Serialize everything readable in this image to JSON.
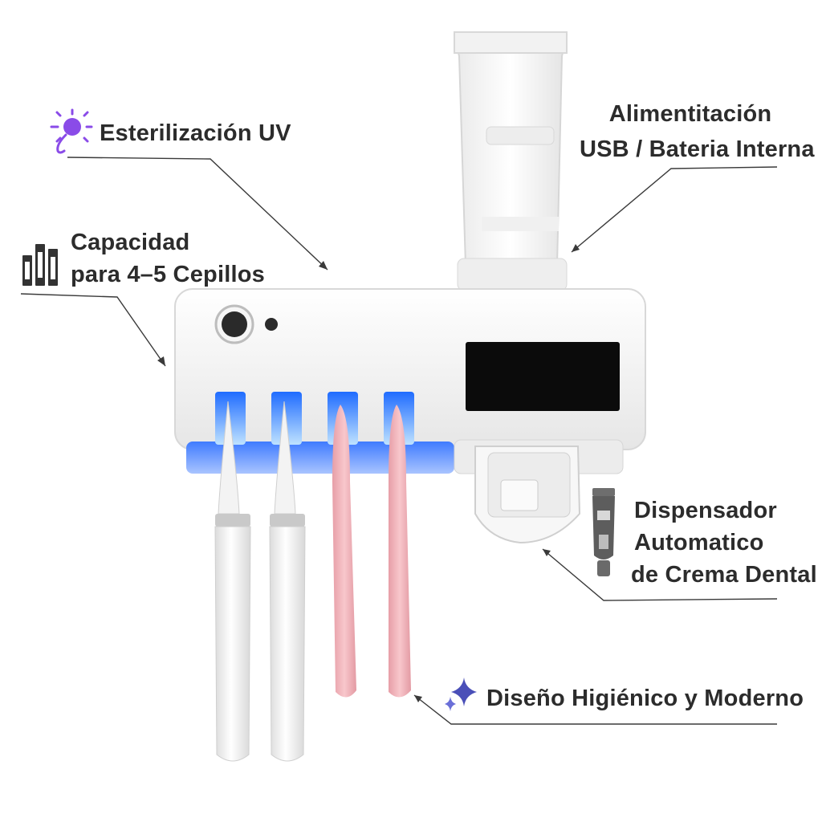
{
  "features": {
    "uv": {
      "title": "Esterilización UV",
      "icon": "uv-light-icon"
    },
    "power": {
      "line1": "Alimentitación",
      "line2": "USB / Bateria Interna"
    },
    "capacity": {
      "line1": "Capacidad",
      "line2": "para 4–5 Cepillos",
      "icon": "toothbrushes-icon"
    },
    "dispenser": {
      "line1": "Dispensador",
      "line2": "Automatico",
      "line3": "de Crema Dental",
      "icon": "toothpaste-tube-icon"
    },
    "design": {
      "title": "Diseño Higiénico y Moderno",
      "icon": "sparkle-icon"
    }
  },
  "colors": {
    "uv_accent": "#8a4be8",
    "sparkle": "#4a4fb8",
    "uv_glow": "#4f8dff",
    "pink_brush": "#f2b7bd",
    "device_white": "#f4f4f4"
  }
}
